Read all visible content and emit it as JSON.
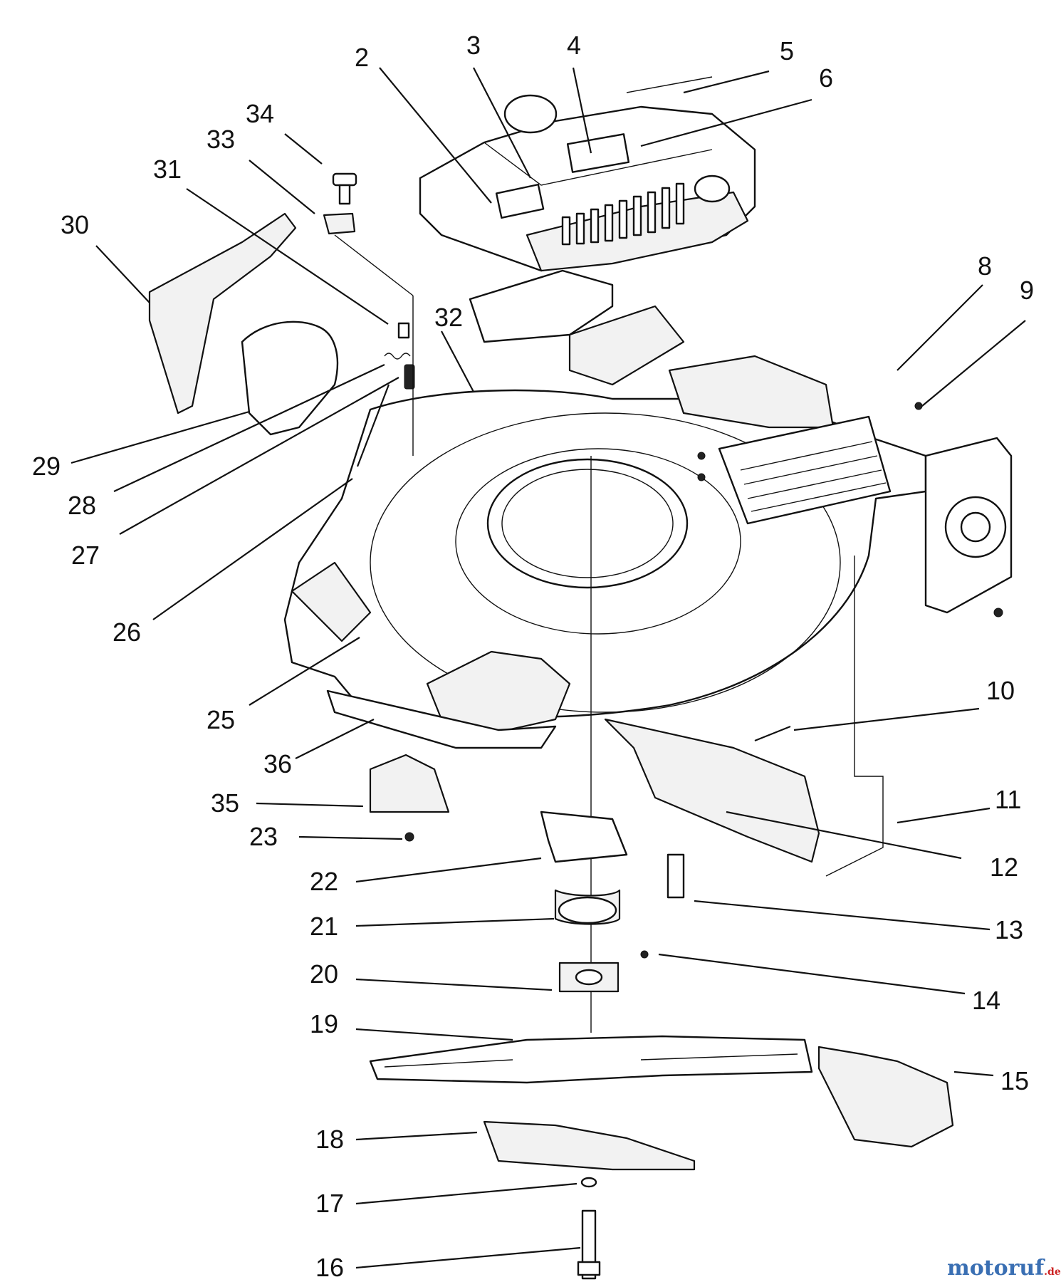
{
  "watermark": {
    "text_main": "motoruf",
    "text_suffix": ".de",
    "color_blue": "#3a6fb3",
    "color_red": "#cc2222"
  },
  "labels": {
    "p2": "2",
    "p3": "3",
    "p4": "4",
    "p5": "5",
    "p6": "6",
    "p8": "8",
    "p9": "9",
    "p10": "10",
    "p11": "11",
    "p12": "12",
    "p13": "13",
    "p14": "14",
    "p15": "15",
    "p16": "16",
    "p17": "17",
    "p18": "18",
    "p19": "19",
    "p20": "20",
    "p21": "21",
    "p22": "22",
    "p23": "23",
    "p25": "25",
    "p26": "26",
    "p27": "27",
    "p28": "28",
    "p29": "29",
    "p30": "30",
    "p31": "31",
    "p32": "32",
    "p33": "33",
    "p34": "34",
    "p35": "35",
    "p36": "36"
  }
}
